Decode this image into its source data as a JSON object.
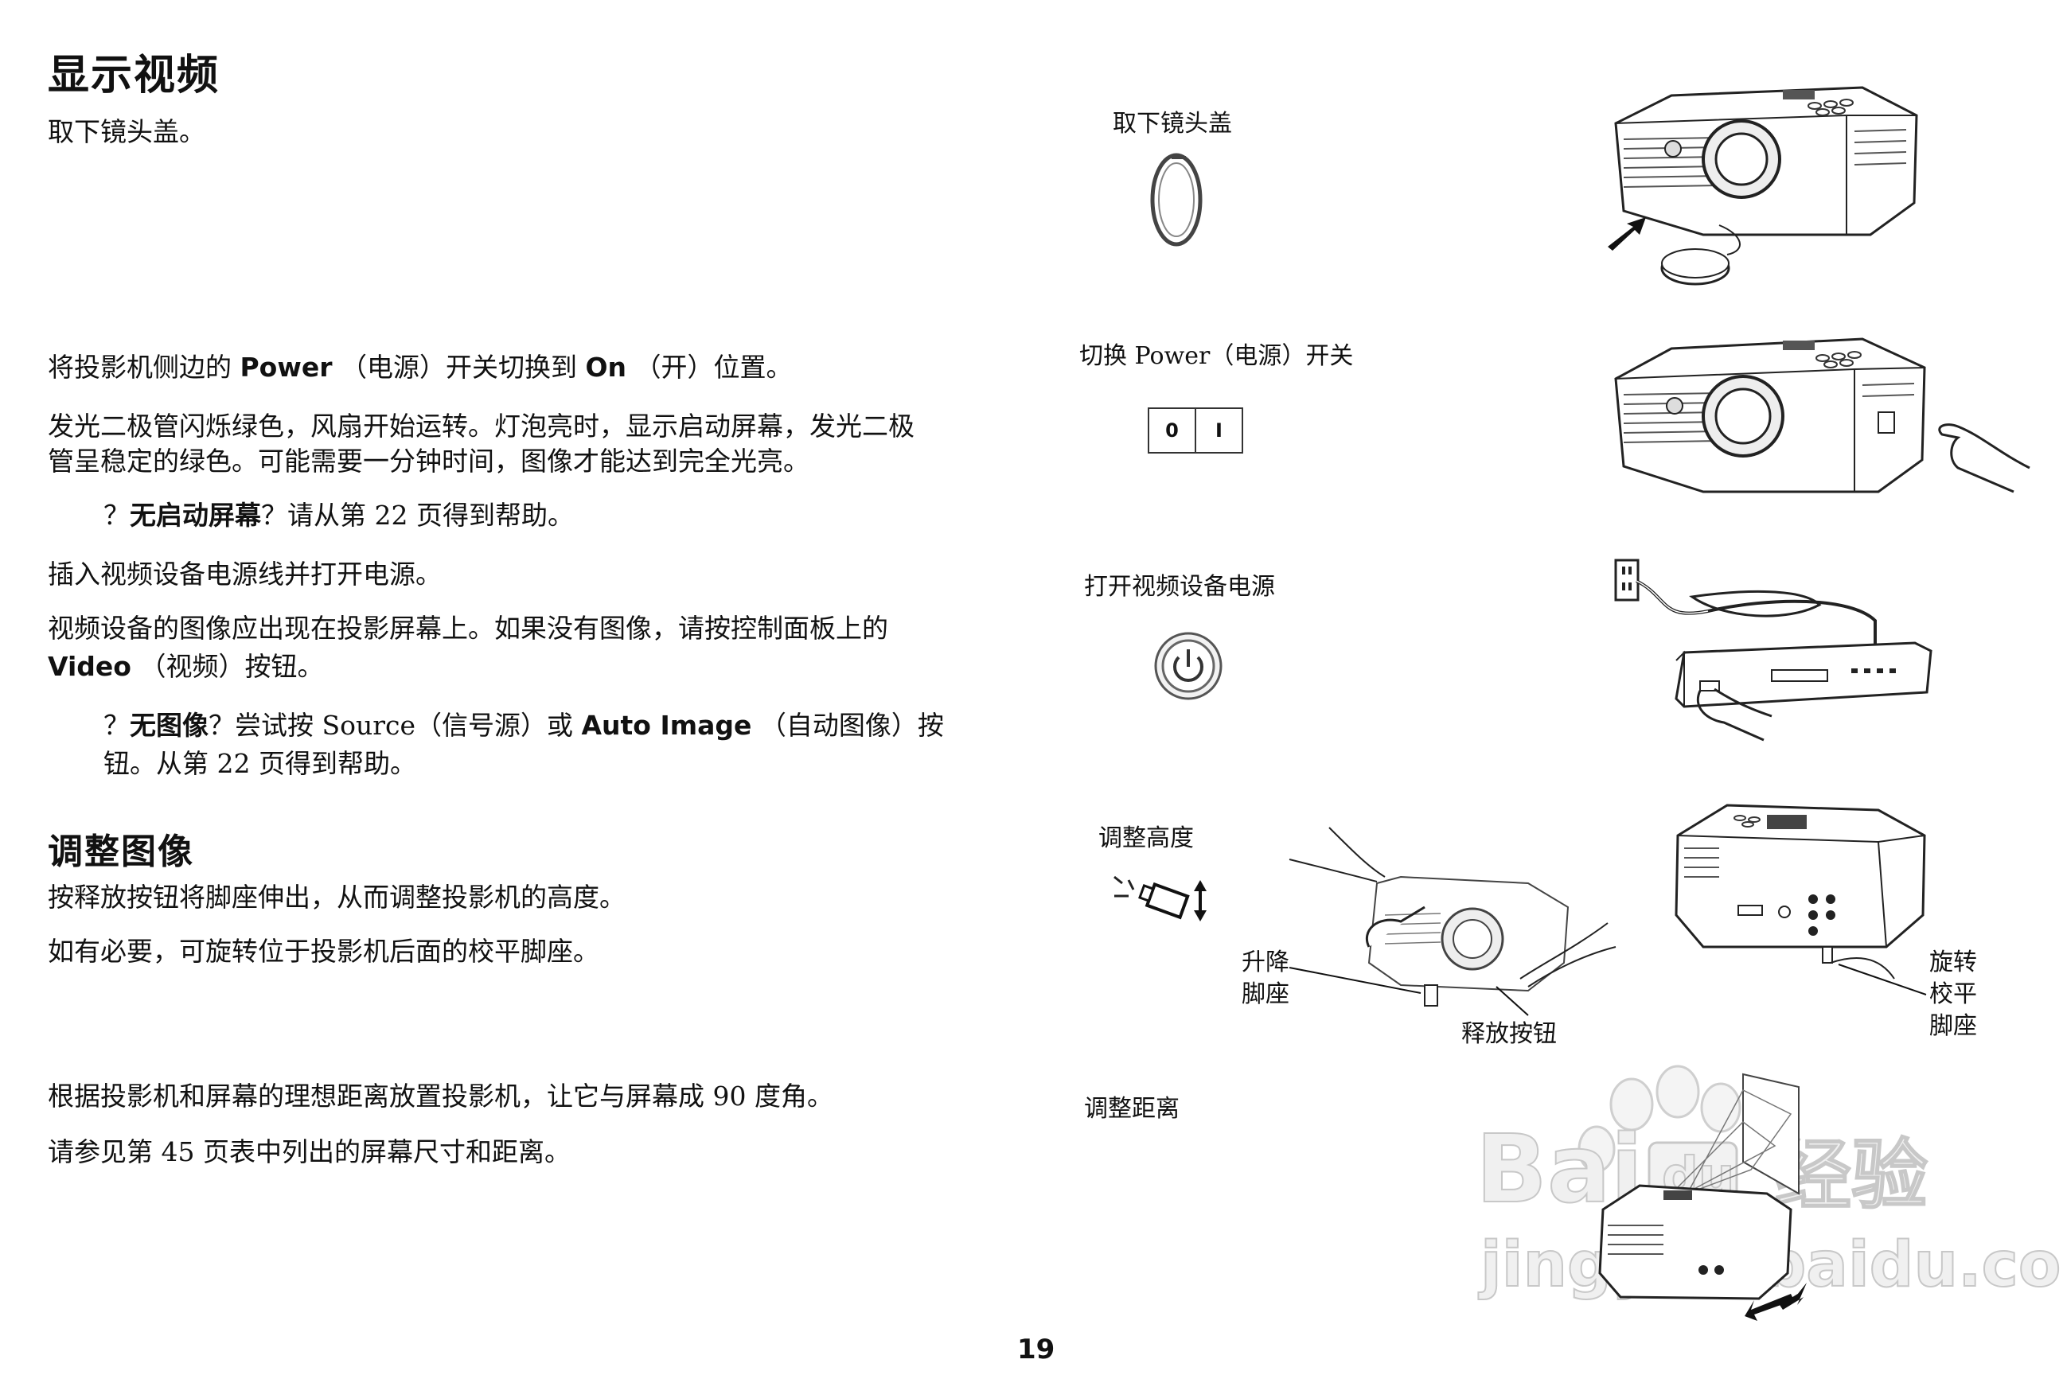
{
  "section1": {
    "title": "显示视频",
    "p1": "取下镜头盖。",
    "p2": {
      "a": "将投影机侧边的 ",
      "b": "Power",
      "c": "（电源）开关切换到 ",
      "d": "On",
      "e": "（开）位置。"
    },
    "p3_l1": "发光二极管闪烁绿色，风扇开始运转。灯泡亮时，显示启动屏幕，发光二极",
    "p3_l2": "管呈稳定的绿色。可能需要一分钟时间，图像才能达到完全光亮。",
    "p4": {
      "a": "？",
      "b": "无启动屏幕",
      "c": "？请从第 22 页得到帮助。"
    },
    "p5": "插入视频设备电源线并打开电源。",
    "p6_l1": "视频设备的图像应出现在投影屏幕上。如果没有图像，请按控制面板上的",
    "p6_l2": {
      "a": "Video",
      "b": "（视频）按钮。"
    },
    "p7_l1": {
      "a": "？",
      "b": "无图像",
      "c": "？尝试按 Source（信号源）或 ",
      "d": "Auto Image",
      "e": "（自动图像）按"
    },
    "p7_l2": "钮。从第 22 页得到帮助。"
  },
  "section2": {
    "title": "调整图像",
    "p1": "按释放按钮将脚座伸出，从而调整投影机的高度。",
    "p2": "如有必要，可旋转位于投影机后面的校平脚座。",
    "p3": "根据投影机和屏幕的理想距离放置投影机，让它与屏幕成 90 度角。",
    "p4": "请参见第 45 页表中列出的屏幕尺寸和距离。"
  },
  "captions": {
    "remove_cap": "取下镜头盖",
    "power_switch": "切换 Power（电源）开关",
    "switch_off": "0",
    "switch_on": "I",
    "video_power": "打开视频设备电源",
    "adjust_height": "调整高度",
    "lift_foot_1": "升降",
    "lift_foot_2": "脚座",
    "release_button": "释放按钮",
    "rotate_1": "旋转",
    "rotate_2": "校平",
    "rotate_3": "脚座",
    "adjust_distance": "调整距离"
  },
  "watermark": {
    "brand": "Bai",
    "paw": "du",
    "cn": "经验",
    "url": "jingyan.baidu.com"
  },
  "page_number": "19",
  "icons": [
    "lens-cap-icon",
    "power-switch-icon",
    "power-button-icon",
    "height-adjust-icon",
    "projector-illustration",
    "hand-illustration",
    "vcr-illustration",
    "outlet-illustration",
    "screen-illustration"
  ]
}
